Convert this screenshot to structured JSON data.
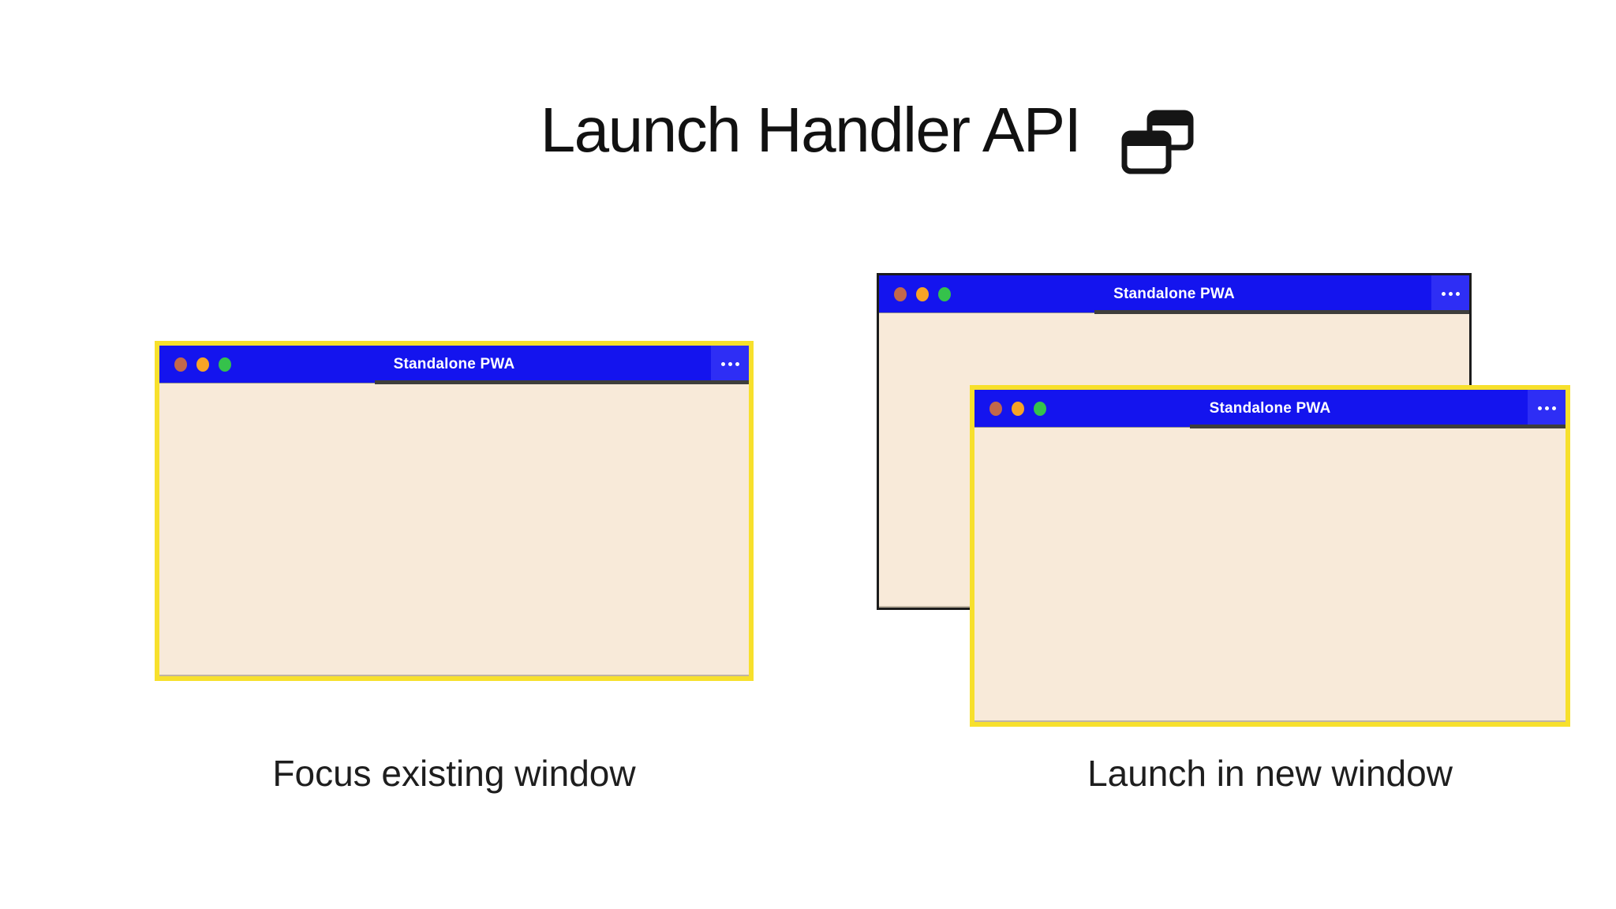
{
  "header": {
    "title": "Launch Handler API",
    "icon": "overlapping-windows-icon"
  },
  "windows": {
    "left": {
      "title": "Standalone PWA",
      "highlight": "yellow"
    },
    "back": {
      "title": "Standalone PWA",
      "highlight": "none"
    },
    "front": {
      "title": "Standalone PWA",
      "highlight": "yellow"
    }
  },
  "scenarios": [
    {
      "id": "focus-existing",
      "caption": "Focus existing window"
    },
    {
      "id": "launch-new-window",
      "caption": "Launch in new window"
    }
  ],
  "chrome": {
    "traffic_dots": [
      "brick",
      "orange",
      "green"
    ],
    "menu_icon": "ellipsis-icon"
  },
  "colors": {
    "titlebar_blue": "#1414EE",
    "menu_box_blue": "#2E2EF5",
    "window_body_cream": "#F8EAD9",
    "highlight_yellow": "#F7E02C",
    "back_window_border": "#1C1C1C",
    "dot_brick": "#C2684A",
    "dot_orange": "#F7A326",
    "dot_green": "#35C24B",
    "caption_text": "#1E1E1E",
    "title_text": "#111111"
  }
}
